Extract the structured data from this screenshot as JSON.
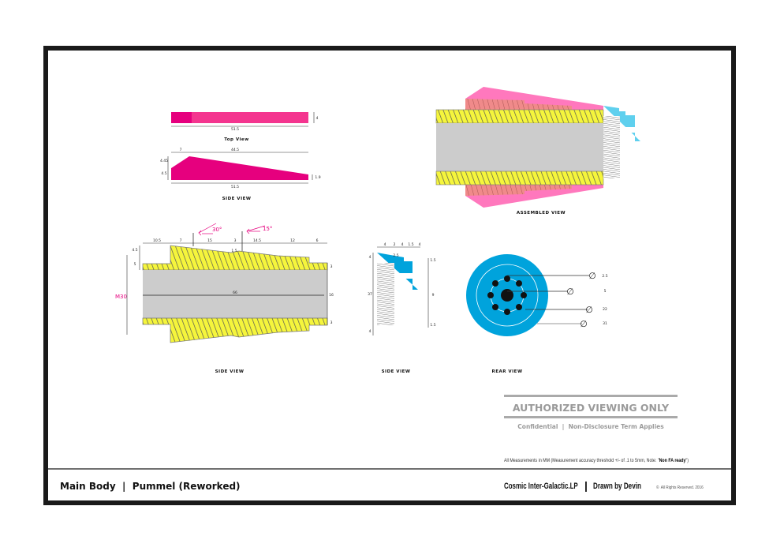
{
  "top_view": {
    "label": "Top View",
    "length": "51.5",
    "height": "4"
  },
  "side_view_small": {
    "label": "SIDE VIEW",
    "d1": "7",
    "d2": "44.5",
    "h1": "4.45",
    "h2": "4.5",
    "h3": "1.9",
    "length": "51.5"
  },
  "main_side_view": {
    "label": "SIDE VIEW",
    "top_dims": [
      "10.5",
      "7",
      "15",
      "3",
      "14.5",
      "12",
      "6"
    ],
    "step": "1.5",
    "left_dims": [
      "4.5",
      "5"
    ],
    "thread": "M30",
    "length": "66",
    "right_dims": [
      "3",
      "16",
      "3"
    ],
    "angles": [
      "30°",
      "15°"
    ]
  },
  "cap_side_view": {
    "label": "SIDE VIEW",
    "top_dims": [
      "4",
      "2",
      "4",
      "1.5",
      "4"
    ],
    "left_dims": [
      "4",
      "37",
      "4"
    ],
    "right_dims": [
      "1.5",
      "9",
      "1.5"
    ],
    "note": "2.5"
  },
  "rear_view": {
    "label": "REAR VIEW",
    "diameters": [
      {
        "symbol": "∅",
        "value": "2.5"
      },
      {
        "symbol": "∅",
        "value": "5"
      },
      {
        "symbol": "∅",
        "value": "22"
      },
      {
        "symbol": "∅",
        "value": "31"
      }
    ]
  },
  "assembled_view": {
    "label": "ASSEMBLED VIEW"
  },
  "notice": {
    "title": "AUTHORIZED VIEWING ONLY",
    "subtitle": "Confidential  |  Non-Disclosure Term Applies"
  },
  "note": {
    "prefix": "All Measurements in MM (Measurement accuracy threshold +/- of .1 to 5mm, Note: \"",
    "bold": "Non FA ready",
    "suffix": "\")"
  },
  "footer": {
    "title": "Main Body  |  Pummel (Reworked)",
    "company": "Cosmic Inter-Galactic.LP",
    "sep": "|",
    "drawn": "Drawn by Devin",
    "copyright": "©  All Rights Reserved. 2016"
  },
  "colors": {
    "pink": "#e6007e",
    "light_pink": "#f4358f",
    "yellow": "#f5f53c",
    "gray": "#cccccc",
    "blue": "#00a3dc",
    "light_blue": "#5fd0ee",
    "salmon": "#f08a8a",
    "frame": "#1a1a1a"
  }
}
